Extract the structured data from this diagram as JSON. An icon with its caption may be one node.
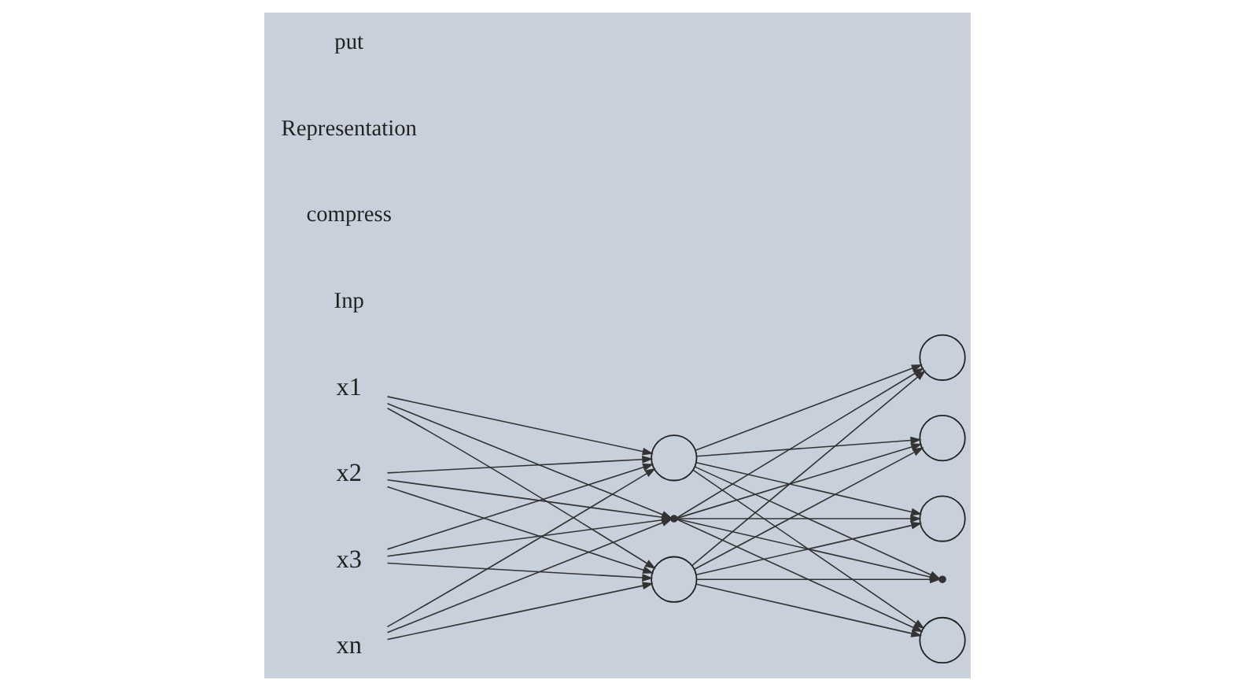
{
  "diagram": {
    "nodes": [
      {
        "text": [
          "x1"
        ]
      },
      {
        "text": [
          "x2"
        ]
      },
      {
        "text": [
          "x3"
        ]
      },
      {
        "text": [
          "xn"
        ]
      },
      {
        "text": [],
        "shape": "circle"
      },
      {
        "text": [],
        "shape": "dots"
      },
      {
        "text": [],
        "shape": "circle"
      },
      {
        "text": [],
        "shape": "circle"
      },
      {
        "text": [],
        "shape": "circle"
      },
      {
        "text": [],
        "shape": "circle"
      },
      {
        "text": [],
        "shape": "dots"
      },
      {
        "text": [],
        "shape": "circle"
      }
    ],
    "edges": [
      {
        "from": 0,
        "to": 4,
        "arrow": "to"
      },
      {
        "from": 0,
        "to": 5,
        "arrow": "to"
      },
      {
        "from": 0,
        "to": 6,
        "arrow": "to"
      },
      {
        "from": 1,
        "to": 4,
        "arrow": "to"
      },
      {
        "from": 1,
        "to": 5,
        "arrow": "to"
      },
      {
        "from": 1,
        "to": 6,
        "arrow": "to"
      },
      {
        "from": 2,
        "to": 4,
        "arrow": "to"
      },
      {
        "from": 2,
        "to": 5,
        "arrow": "to"
      },
      {
        "from": 2,
        "to": 6,
        "arrow": "to"
      },
      {
        "from": 3,
        "to": 4,
        "arrow": "to"
      },
      {
        "from": 3,
        "to": 5,
        "arrow": "to"
      },
      {
        "from": 3,
        "to": 6,
        "arrow": "to"
      },
      {
        "from": 4,
        "to": 7,
        "arrow": "to"
      },
      {
        "from": 4,
        "to": 8,
        "arrow": "to"
      },
      {
        "from": 4,
        "to": 9,
        "arrow": "to"
      },
      {
        "from": 4,
        "to": 10,
        "arrow": "to"
      },
      {
        "from": 4,
        "to": 11,
        "arrow": "to"
      },
      {
        "from": 5,
        "to": 7,
        "arrow": "to"
      },
      {
        "from": 5,
        "to": 8,
        "arrow": "to"
      },
      {
        "from": 5,
        "to": 9,
        "arrow": "to"
      },
      {
        "from": 5,
        "to": 10,
        "arrow": "to"
      },
      {
        "from": 5,
        "to": 11,
        "arrow": "to"
      },
      {
        "from": 6,
        "to": 7,
        "arrow": "to"
      },
      {
        "from": 6,
        "to": 8,
        "arrow": "to"
      },
      {
        "from": 6,
        "to": 9,
        "arrow": "to"
      },
      {
        "from": 6,
        "to": 10,
        "arrow": "to"
      },
      {
        "from": 6,
        "to": 11,
        "arrow": "to"
      }
    ],
    "labels": [
      "Inp",
      "compress",
      "Representation",
      "put"
    ]
  }
}
